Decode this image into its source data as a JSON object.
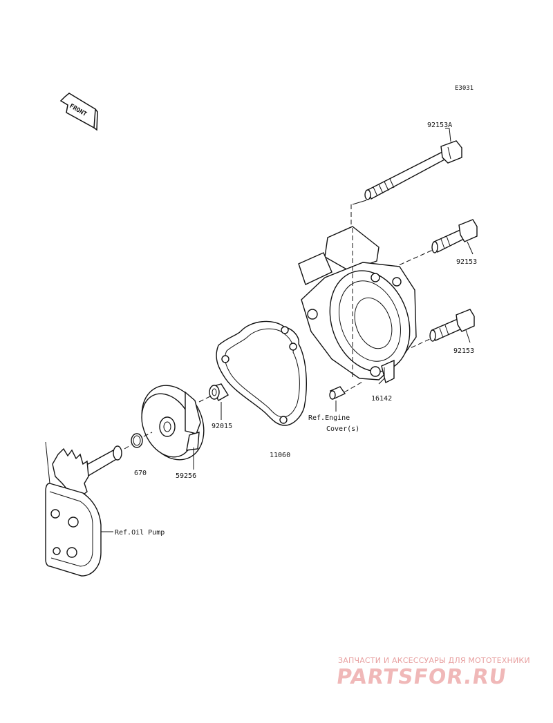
{
  "diagram_code": "E3031",
  "front_marker": "FRONT",
  "parts": [
    {
      "key": "bolt_long",
      "number": "92153A"
    },
    {
      "key": "bolt_upper",
      "number": "92153"
    },
    {
      "key": "bolt_lower",
      "number": "92153"
    },
    {
      "key": "dowel",
      "number": "16142"
    },
    {
      "key": "gasket",
      "number": "11060"
    },
    {
      "key": "collar",
      "number": "92015"
    },
    {
      "key": "impeller",
      "number": "59256"
    },
    {
      "key": "o_ring",
      "number": "670"
    }
  ],
  "references": {
    "engine_cover_line1": "Ref.Engine",
    "engine_cover_line2": "Cover(s)",
    "oil_pump": "Ref.Oil Pump"
  },
  "watermark": {
    "tagline": "ЗАПЧАСТИ И АКСЕССУАРЫ ДЛЯ МОТОТЕХНИКИ",
    "logo": "PARTSFOR.RU"
  }
}
